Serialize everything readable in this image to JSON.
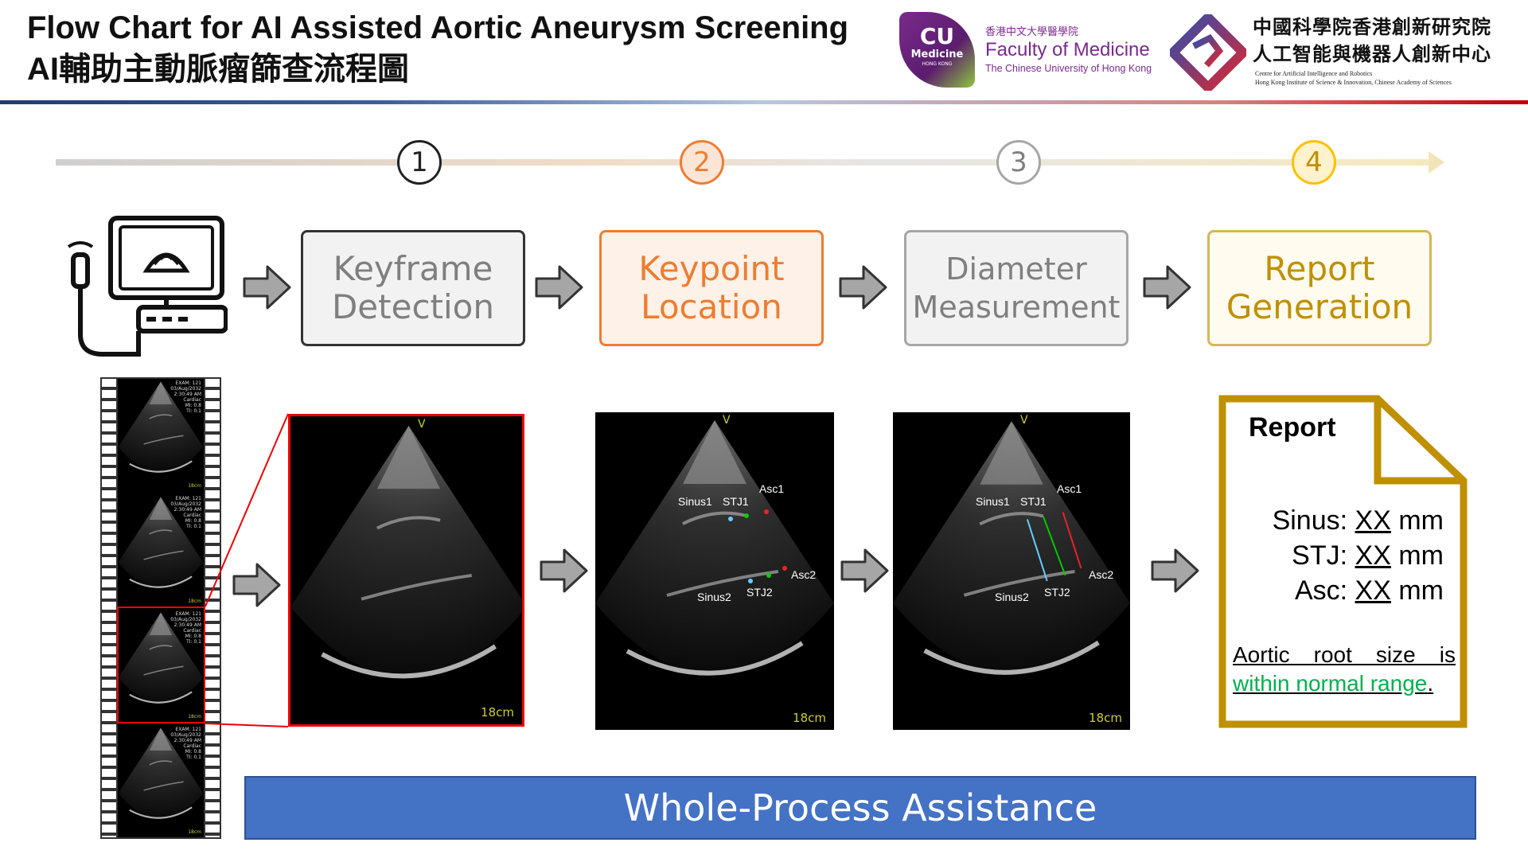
{
  "header": {
    "title_en": "Flow Chart for AI Assisted Aortic Aneurysm Screening",
    "title_zh": "AI輔助主動脈瘤篩查流程圖"
  },
  "logos": {
    "cuhk": {
      "mark_line1": "CU",
      "mark_line2": "Medicine",
      "mark_line3": "HONG KONG",
      "zh": "香港中文大學醫學院",
      "name": "Faculty of Medicine",
      "sub": "The Chinese University of Hong Kong"
    },
    "cair": {
      "zh_line1": "中國科學院香港創新研究院",
      "zh_line2": "人工智能與機器人創新中心",
      "en_line1": "Centre for Artificial Intelligence and Robotics",
      "en_line2": "Hong Kong Institute of Science & Innovation, Chinese Academy of Sciences"
    }
  },
  "timeline": {
    "steps": [
      "1",
      "2",
      "3",
      "4"
    ]
  },
  "colors": {
    "step1": "#222222",
    "step2": "#ed7d31",
    "step3": "#a6a6a6",
    "step4": "#ffc000",
    "box_gray": "#f2f2f2",
    "report_gold": "#bf9000",
    "bar_blue": "#4472c4",
    "normal_green": "#00b050"
  },
  "steps": [
    {
      "line1": "Keyframe",
      "line2": "Detection"
    },
    {
      "line1": "Keypoint",
      "line2": "Location"
    },
    {
      "line1": "Diameter",
      "line2": "Measurement"
    },
    {
      "line1": "Report",
      "line2": "Generation"
    }
  ],
  "film": {
    "frames": [
      {
        "exam": "EXAM: 121",
        "date": "03/Aug/2032",
        "time": "2:30:49 AM",
        "mode": "Cardiac",
        "mi": "MI: 0.8",
        "ti": "TI: 0.1",
        "depth": "18cm"
      },
      {
        "exam": "EXAM: 121",
        "date": "03/Aug/2032",
        "time": "2:30:49 AM",
        "mode": "Cardiac",
        "mi": "MI: 0.8",
        "ti": "TI: 0.1",
        "depth": "18cm"
      },
      {
        "exam": "EXAM: 121",
        "date": "03/Aug/2032",
        "time": "2:30:49 AM",
        "mode": "Cardiac",
        "mi": "MI: 0.8",
        "ti": "TI: 0.1",
        "depth": "18cm"
      },
      {
        "exam": "EXAM: 121",
        "date": "03/Aug/2032",
        "time": "2:30:49 AM",
        "mode": "Cardiac",
        "mi": "MI: 0.8",
        "ti": "TI: 0.1",
        "depth": "18cm"
      }
    ]
  },
  "images": {
    "marker": "V",
    "depth": "18cm",
    "labels": {
      "sinus1": "Sinus1",
      "stj1": "STJ1",
      "asc1": "Asc1",
      "sinus2": "Sinus2",
      "stj2": "STJ2",
      "asc2": "Asc2"
    }
  },
  "report": {
    "title": "Report",
    "rows": [
      {
        "label": "Sinus:",
        "value": "XX",
        "unit": "mm"
      },
      {
        "label": "STJ:",
        "value": "XX",
        "unit": "mm"
      },
      {
        "label": "Asc:",
        "value": "XX",
        "unit": "mm"
      }
    ],
    "conclusion_prefix": "Aortic root size is",
    "conclusion_status": "within normal range",
    "conclusion_end": "."
  },
  "footer": {
    "label": "Whole-Process Assistance"
  }
}
